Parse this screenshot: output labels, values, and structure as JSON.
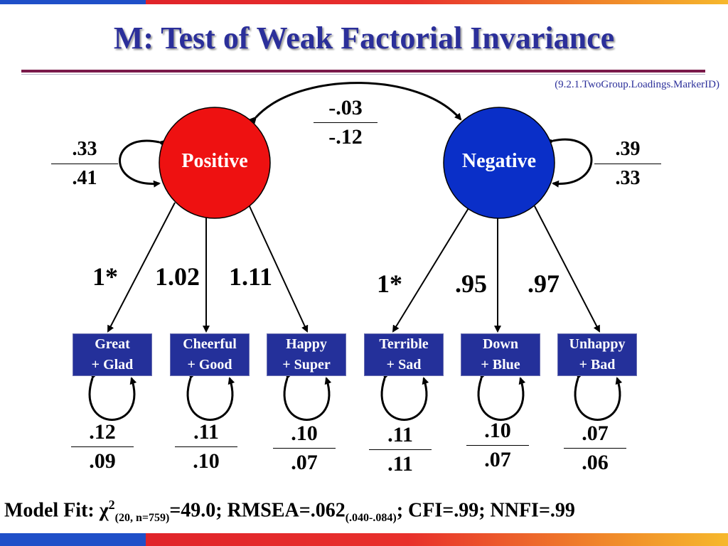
{
  "slide": {
    "title": "M: Test of Weak Factorial Invariance",
    "source": "(9.2.1.TwoGroup.Loadings.MarkerID)",
    "colors": {
      "title": "#2b2f9a",
      "positive_factor": "#ee1111",
      "negative_factor": "#0a2fc8",
      "indicator_box": "#24309a",
      "rule": "#7a1a4a"
    }
  },
  "factors": {
    "positive": {
      "label": "Positive",
      "variance": {
        "top": ".33",
        "bottom": ".41"
      }
    },
    "negative": {
      "label": "Negative",
      "variance": {
        "top": ".39",
        "bottom": ".33"
      }
    },
    "covariance": {
      "top": "-.03",
      "bottom": "-.12"
    }
  },
  "loadings": [
    "1*",
    "1.02",
    "1.11",
    "1*",
    ".95",
    ".97"
  ],
  "indicators": [
    {
      "line1": "Great",
      "line2": "+ Glad",
      "residual": {
        "top": ".12",
        "bottom": ".09"
      }
    },
    {
      "line1": "Cheerful",
      "line2": "+ Good",
      "residual": {
        "top": ".11",
        "bottom": ".10"
      }
    },
    {
      "line1": "Happy",
      "line2": "+ Super",
      "residual": {
        "top": ".10",
        "bottom": ".07"
      }
    },
    {
      "line1": "Terrible",
      "line2": "+ Sad",
      "residual": {
        "top": ".11",
        "bottom": ".11"
      }
    },
    {
      "line1": "Down",
      "line2": "+ Blue",
      "residual": {
        "top": ".10",
        "bottom": ".07"
      }
    },
    {
      "line1": "Unhappy",
      "line2": "+ Bad",
      "residual": {
        "top": ".07",
        "bottom": ".06"
      }
    }
  ],
  "model_fit": {
    "prefix": "Model Fit: χ",
    "chi_sup": "2",
    "chi_sub": "(20, n=759)",
    "chi_value": "=49.0; RMSEA=.062",
    "rmsea_ci": "(.040-.084)",
    "suffix": "; CFI=.99; NNFI=.99"
  }
}
